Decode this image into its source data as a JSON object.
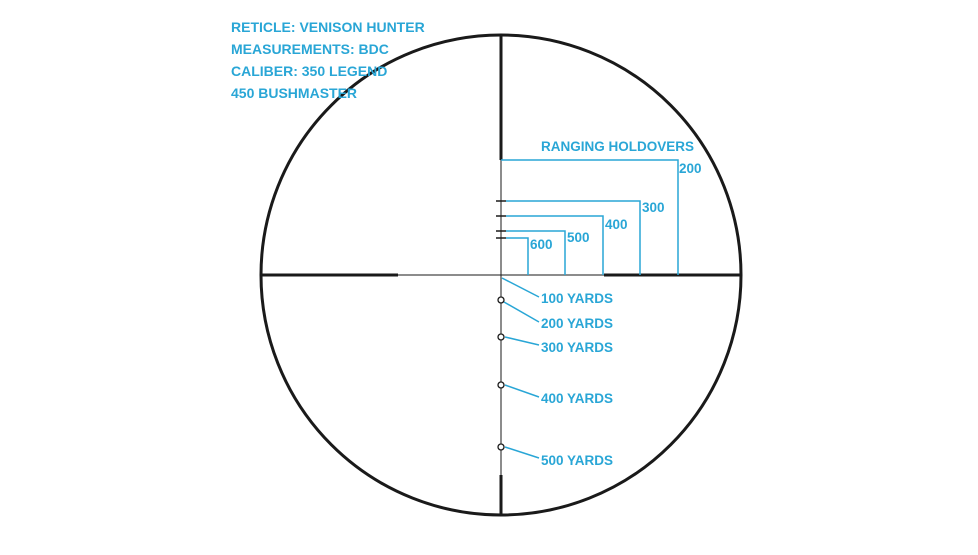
{
  "info": {
    "reticle": "RETICLE: VENISON HUNTER",
    "measurements": "MEASUREMENTS: BDC",
    "caliber": "CALIBER: 350 LEGEND",
    "caliber2": "450 BUSHMASTER"
  },
  "ranging": {
    "title": "RANGING HOLDOVERS",
    "labels": [
      "200",
      "300",
      "400",
      "500",
      "600"
    ]
  },
  "bdc": {
    "labels": [
      "100 YARDS",
      "200 YARDS",
      "300 YARDS",
      "400 YARDS",
      "500 YARDS"
    ]
  },
  "colors": {
    "accent": "#29a6d6",
    "reticle": "#1a1a1a"
  }
}
